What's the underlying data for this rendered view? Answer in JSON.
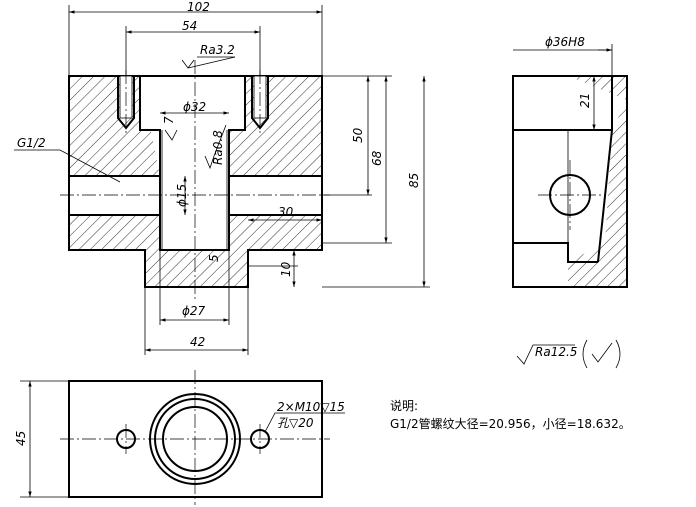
{
  "dimensions": {
    "overall_width": "102",
    "top_span": "54",
    "roughness_top": "Ra3.2",
    "bore_dia": "ϕ32",
    "small_7": "7",
    "roughness_bore": "Ra0.8",
    "port_dia": "ϕ15",
    "thread_g": "G1/2",
    "depth_50": "50",
    "depth_68": "68",
    "height_85": "85",
    "len_30": "30",
    "small_5": "5",
    "height_10": "10",
    "bottom_dia": "ϕ27",
    "width_42": "42",
    "side_dia": "ϕ36H8",
    "side_depth": "21",
    "plan_height": "45",
    "thread_callout": "2×M10▽15",
    "hole_callout": "孔▽20"
  },
  "roughness_general": "Ra12.5",
  "notes": {
    "title": "说明:",
    "text": "G1/2管螺纹大径=20.956，小径=18.632。"
  }
}
